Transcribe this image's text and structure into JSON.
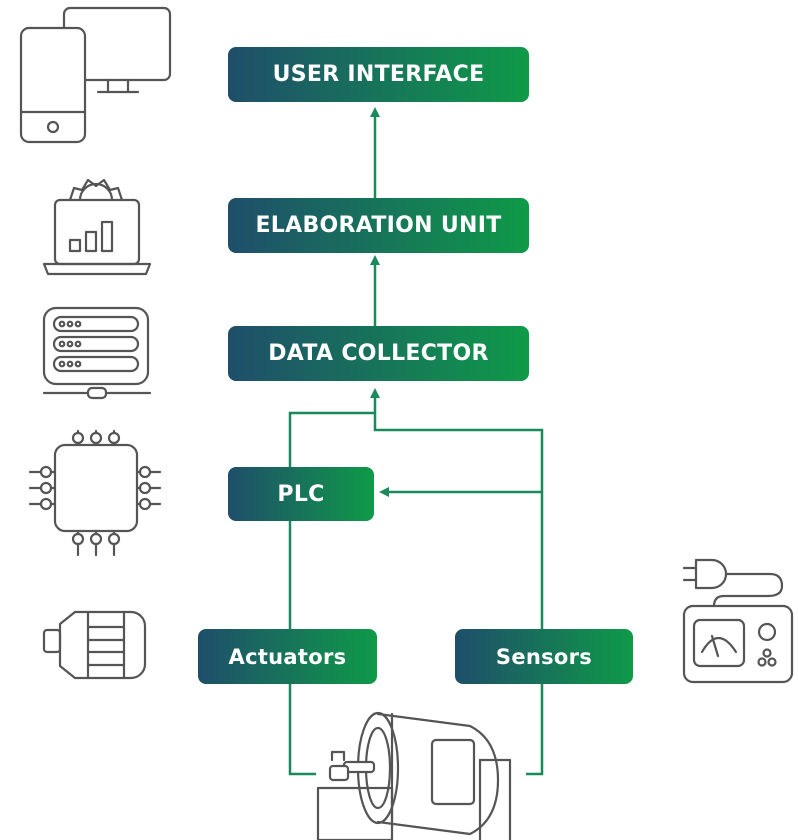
{
  "diagram": {
    "nodes": {
      "user_interface": "USER INTERFACE",
      "elaboration_unit": "ELABORATION UNIT",
      "data_collector": "DATA COLLECTOR",
      "plc": "PLC",
      "actuators": "Actuators",
      "sensors": "Sensors"
    },
    "edges": [
      {
        "from": "elaboration_unit",
        "to": "user_interface"
      },
      {
        "from": "data_collector",
        "to": "elaboration_unit"
      },
      {
        "from": "plc",
        "to": "data_collector"
      },
      {
        "from": "sensors",
        "to": "data_collector"
      },
      {
        "from": "sensors",
        "to": "plc"
      },
      {
        "from": "plc",
        "to": "actuators"
      }
    ],
    "icons": {
      "left_column": [
        "devices-icon",
        "laptop-analytics-icon",
        "server-icon",
        "microchip-icon",
        "motor-icon"
      ],
      "right": "measuring-instrument-icon",
      "bottom": "industrial-machine-icon"
    }
  },
  "colors": {
    "box_gradient_start": "#1f4e6b",
    "box_gradient_end": "#0f9a48",
    "connector_line": "#1a8a5c",
    "icon_stroke": "#555555"
  }
}
